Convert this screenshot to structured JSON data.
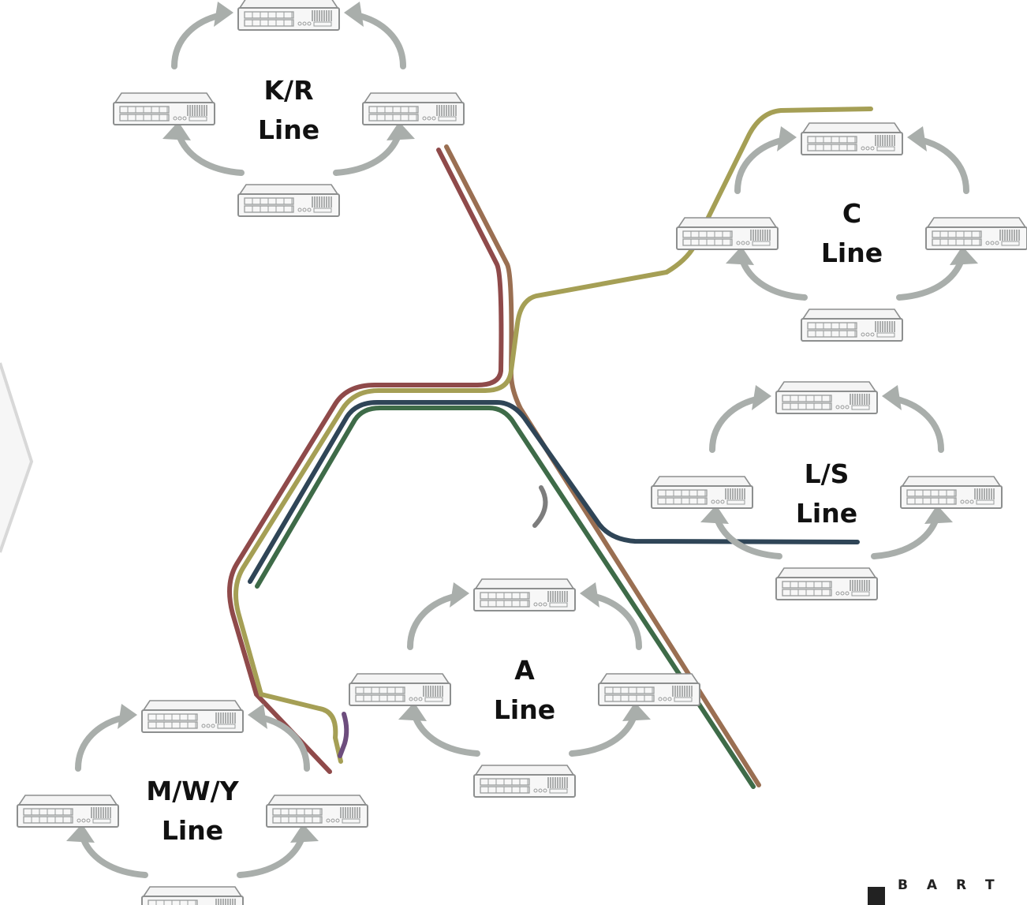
{
  "colors": {
    "kr_line": "#b06a6a",
    "c_line": "#b8b268",
    "ls_line": "#3f5a6e",
    "a_line": "#4f7a57",
    "brown_line": "#b08a6a",
    "purple_stub": "#7a5a8a",
    "gray_stub": "#888888",
    "arrow": "#a9aeab",
    "switch_stroke": "#8d8f8f"
  },
  "icons": {
    "switch": "network-switch-icon",
    "arrow": "ring-arrow-icon"
  },
  "rings": [
    {
      "id": "kr",
      "label_top": "K/R",
      "label_bottom": "Line"
    },
    {
      "id": "c",
      "label_top": "C",
      "label_bottom": "Line"
    },
    {
      "id": "ls",
      "label_top": "L/S",
      "label_bottom": "Line"
    },
    {
      "id": "a",
      "label_top": "A",
      "label_bottom": "Line"
    },
    {
      "id": "mwy",
      "label_top": "M/W/Y",
      "label_bottom": "Line"
    }
  ],
  "logo": {
    "text": "B A R T"
  }
}
